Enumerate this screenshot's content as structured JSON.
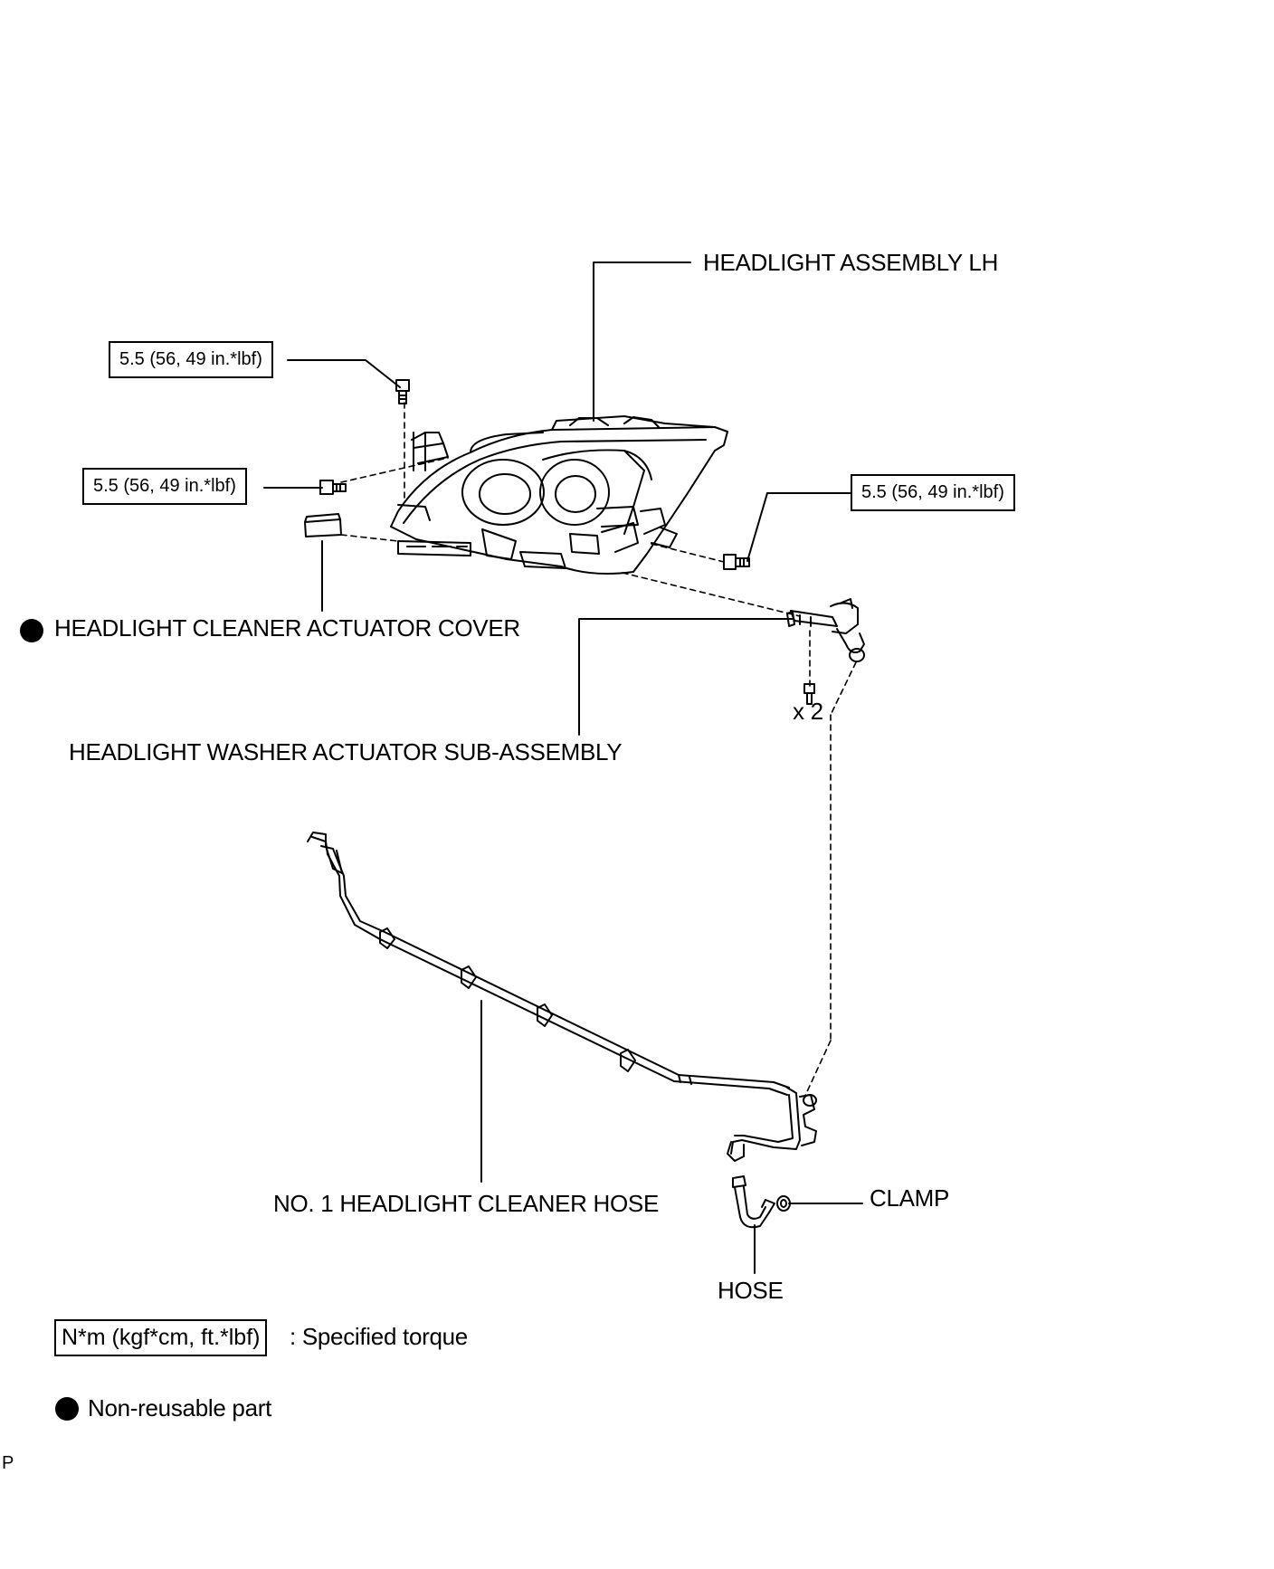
{
  "callouts": {
    "headlight_assembly": "HEADLIGHT ASSEMBLY LH",
    "actuator_cover": "HEADLIGHT CLEANER ACTUATOR COVER",
    "washer_actuator": "HEADLIGHT WASHER ACTUATOR SUB-ASSEMBLY",
    "cleaner_hose": "NO. 1 HEADLIGHT CLEANER HOSE",
    "clamp": "CLAMP",
    "hose": "HOSE",
    "screw_qty": "x 2"
  },
  "torque": {
    "top": "5.5 (56, 49 in.*lbf)",
    "left": "5.5 (56, 49 in.*lbf)",
    "right": "5.5 (56, 49 in.*lbf)"
  },
  "legend": {
    "torque_box": "N*m (kgf*cm, ft.*lbf)",
    "torque_text": ": Specified torque",
    "nonreusable_text": "Non-reusable part"
  },
  "footer": {
    "code": "P"
  }
}
